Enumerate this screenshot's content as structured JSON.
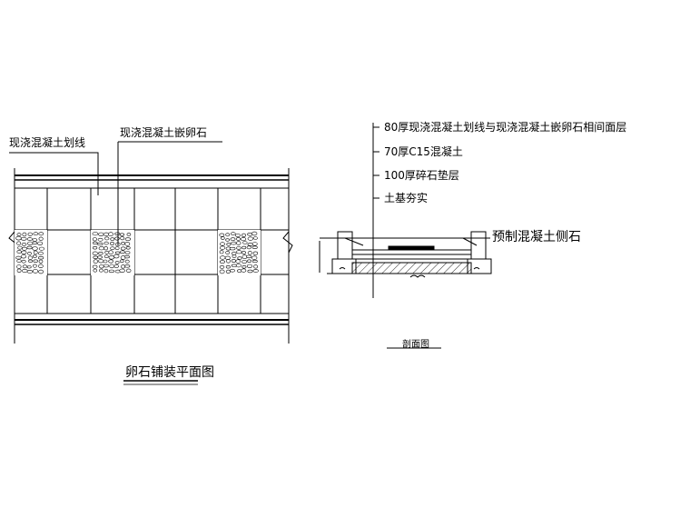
{
  "plan": {
    "label_line": "现浇混凝土划线",
    "label_pebble": "现浇混凝土嵌卵石",
    "caption": "卵石铺装平面图"
  },
  "section": {
    "layers": [
      "80厚现浇混凝土划线与现浇混凝土嵌卵石相间面层",
      "70厚C15混凝土",
      "100厚碎石垫层",
      "土基夯实"
    ],
    "curb_label": "预制混凝土侧石",
    "caption": "剖面图"
  }
}
